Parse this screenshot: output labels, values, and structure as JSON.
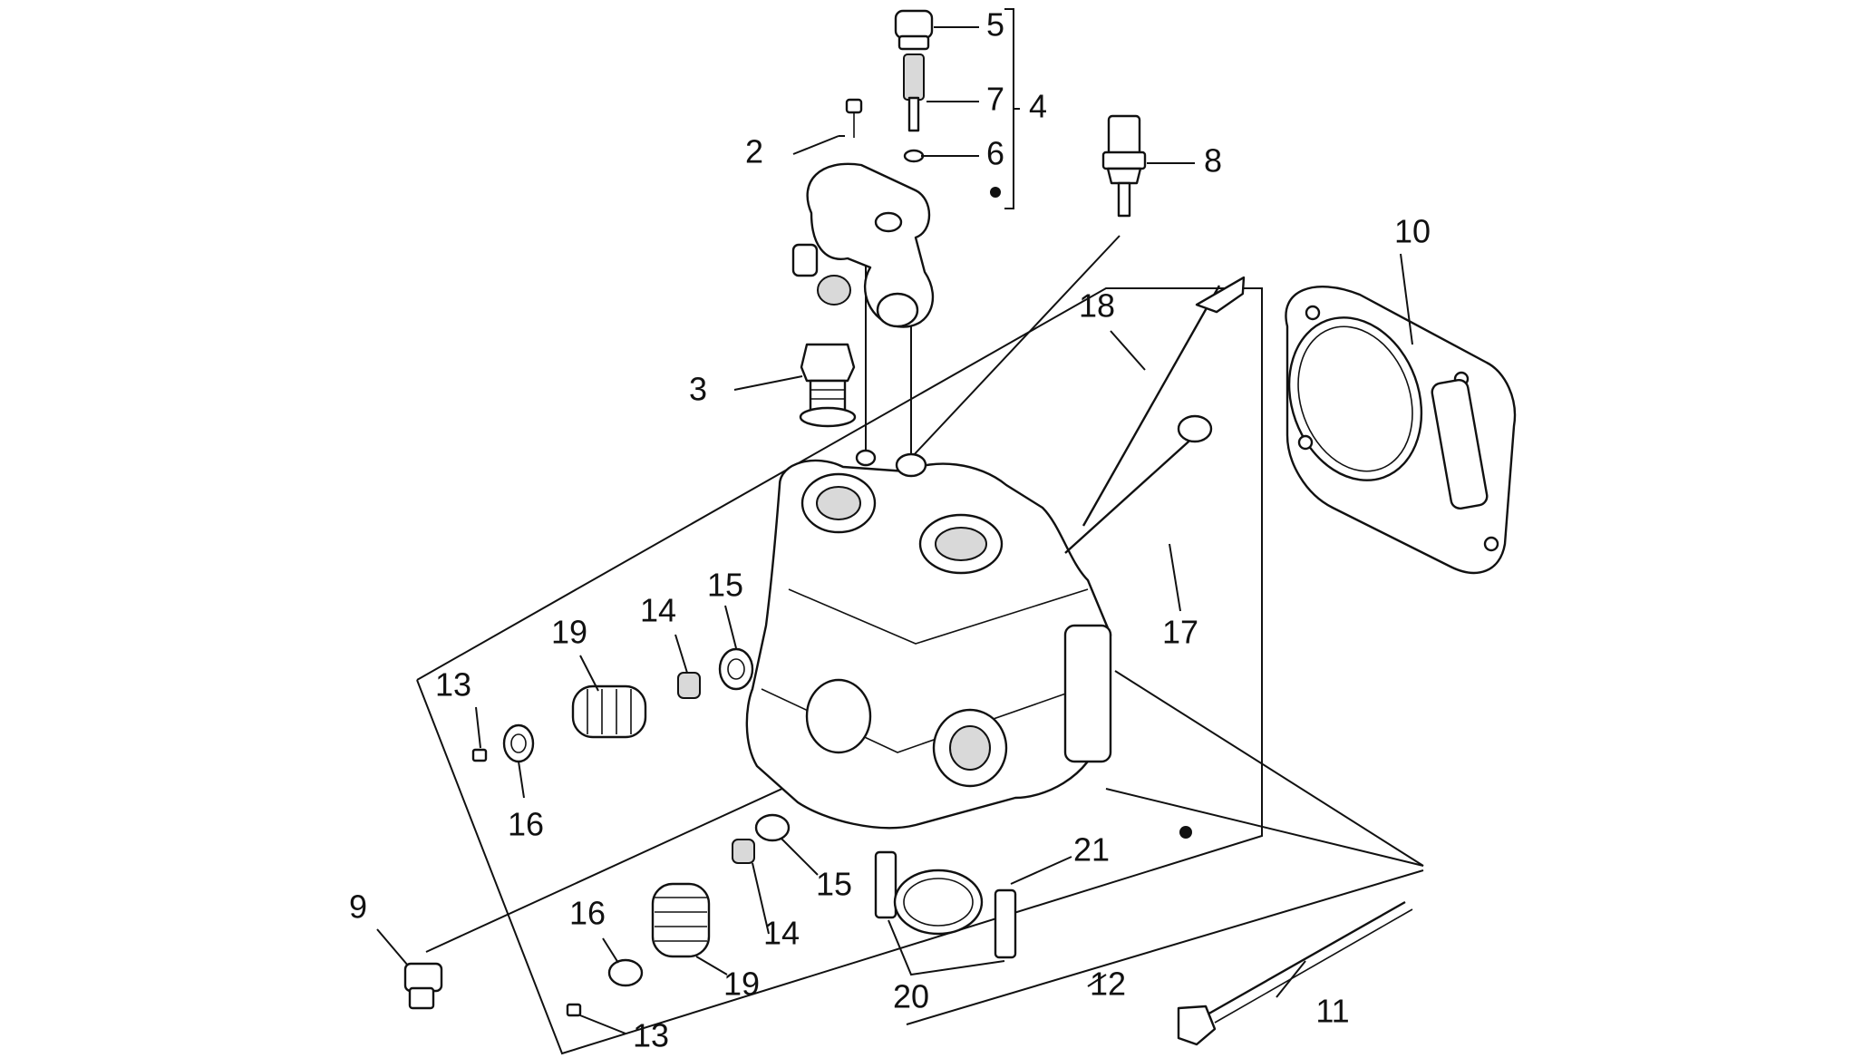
{
  "callouts": [
    {
      "id": "5",
      "text": "5"
    },
    {
      "id": "7",
      "text": "7"
    },
    {
      "id": "4",
      "text": "4"
    },
    {
      "id": "2",
      "text": "2"
    },
    {
      "id": "6",
      "text": "6"
    },
    {
      "id": "8",
      "text": "8"
    },
    {
      "id": "10",
      "text": "10"
    },
    {
      "id": "3",
      "text": "3"
    },
    {
      "id": "18",
      "text": "18"
    },
    {
      "id": "17",
      "text": "17"
    },
    {
      "id": "15a",
      "text": "15"
    },
    {
      "id": "14a",
      "text": "14"
    },
    {
      "id": "19a",
      "text": "19"
    },
    {
      "id": "13a",
      "text": "13"
    },
    {
      "id": "16a",
      "text": "16"
    },
    {
      "id": "21",
      "text": "21"
    },
    {
      "id": "15b",
      "text": "15"
    },
    {
      "id": "9",
      "text": "9"
    },
    {
      "id": "16b",
      "text": "16"
    },
    {
      "id": "14b",
      "text": "14"
    },
    {
      "id": "19b",
      "text": "19"
    },
    {
      "id": "12",
      "text": "12"
    },
    {
      "id": "11",
      "text": "11"
    },
    {
      "id": "20",
      "text": "20"
    },
    {
      "id": "13b",
      "text": "13"
    }
  ],
  "colors": {
    "ink": "#111111",
    "background": "#ffffff",
    "shade": "#d9d9d9"
  }
}
